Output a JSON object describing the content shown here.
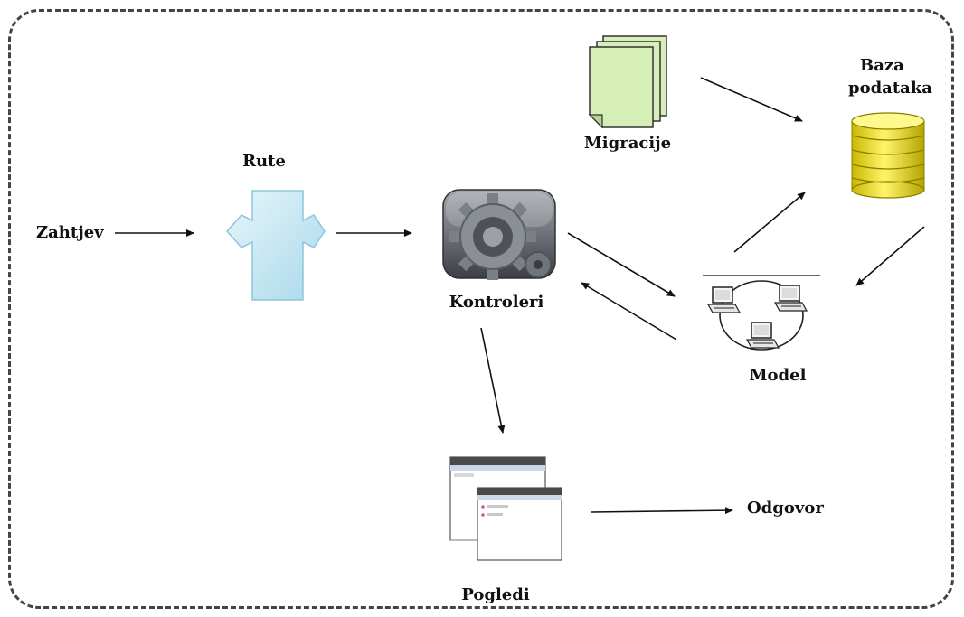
{
  "labels": {
    "request": "Zahtjev",
    "routes": "Rute",
    "controllers": "Kontroleri",
    "migrations": "Migracije",
    "database_line1": "Baza",
    "database_line2": "podataka",
    "model": "Model",
    "views": "Pogledi",
    "response": "Odgovor"
  }
}
